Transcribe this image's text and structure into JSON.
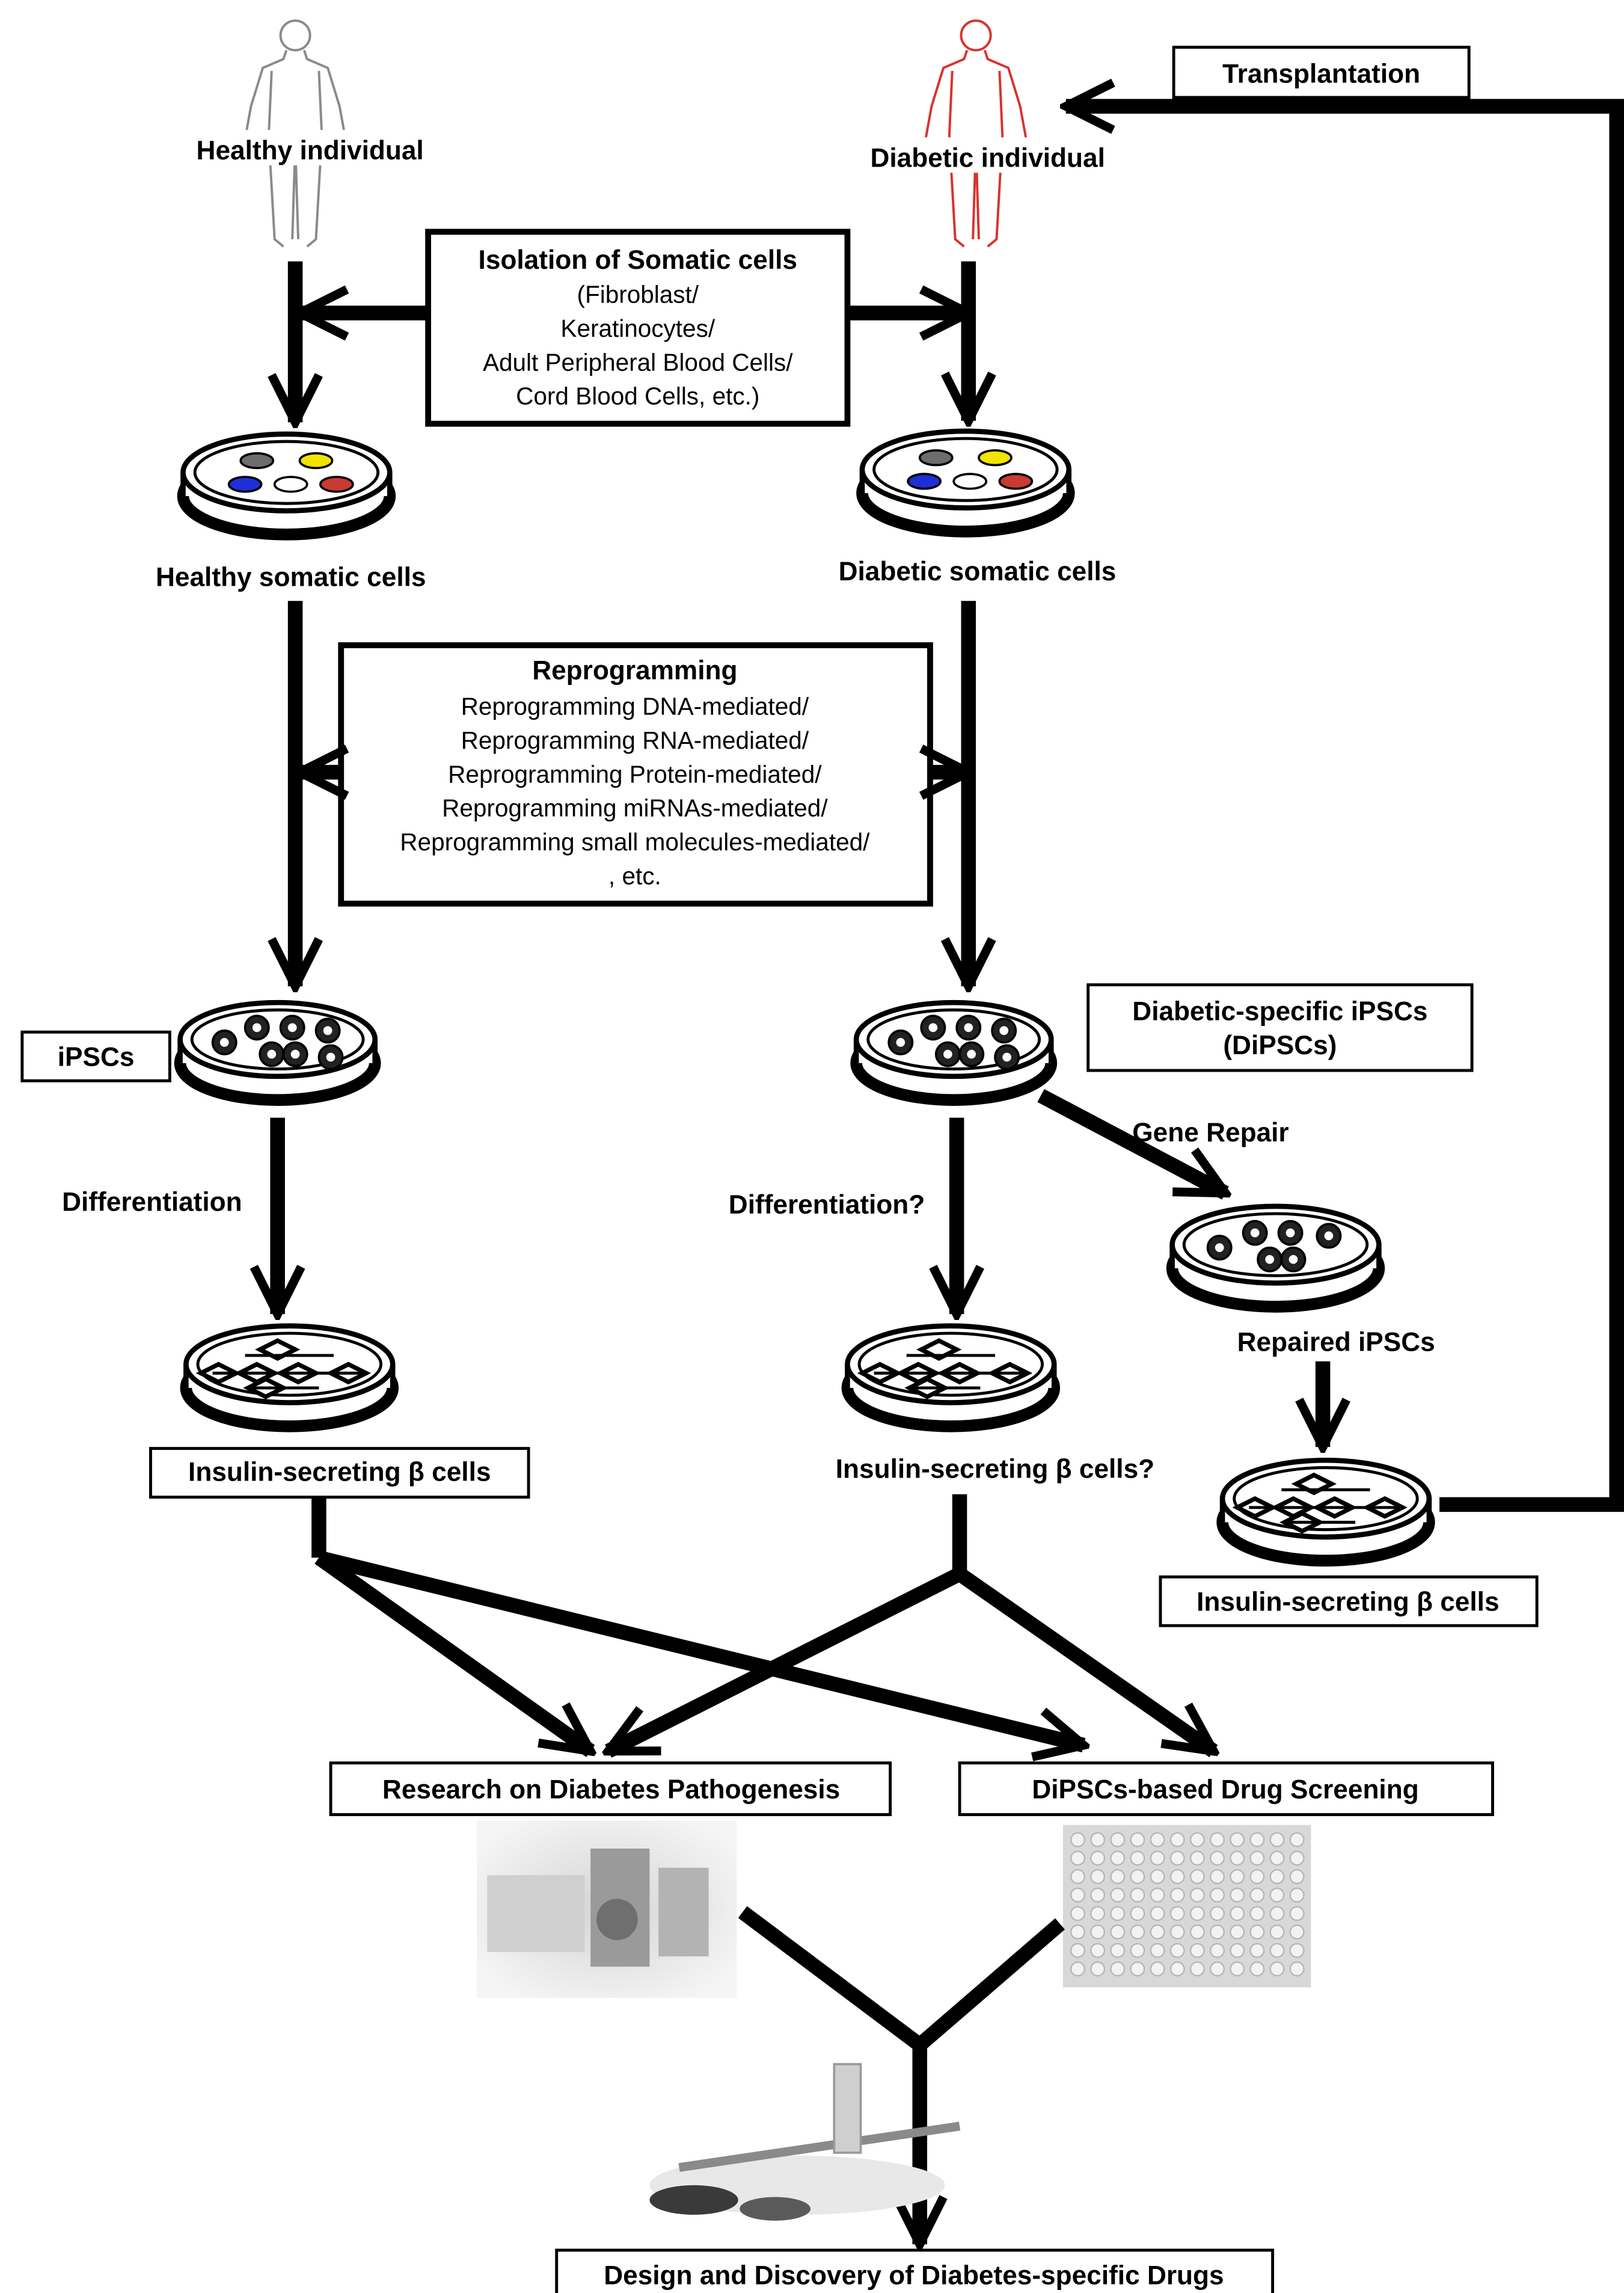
{
  "people": {
    "healthy": "Healthy individual",
    "diabetic": "Diabetic individual"
  },
  "boxes": {
    "transplantation": "Transplantation",
    "isolation": {
      "title": "Isolation of Somatic cells",
      "lines": [
        "(Fibroblast/",
        "Keratinocytes/",
        "Adult Peripheral Blood Cells/",
        "Cord Blood Cells, etc.)"
      ]
    },
    "reprogramming": {
      "title": "Reprogramming",
      "lines": [
        "Reprogramming DNA-mediated/",
        "Reprogramming RNA-mediated/",
        "Reprogramming Protein-mediated/",
        "Reprogramming miRNAs-mediated/",
        "Reprogramming small molecules-mediated/",
        ", etc."
      ]
    },
    "ipscs": "iPSCs",
    "dipscs": {
      "line1": "Diabetic-specific iPSCs",
      "line2": "(DiPSCs)"
    },
    "insulin_left": "Insulin-secreting β cells",
    "insulin_right": "Insulin-secreting β cells",
    "research": "Research on Diabetes Pathogenesis",
    "screening": "DiPSCs-based Drug Screening",
    "design": "Design and Discovery of Diabetes-specific Drugs"
  },
  "labels": {
    "healthy_somatic": "Healthy somatic cells",
    "diabetic_somatic": "Diabetic somatic cells",
    "differentiation_left": "Differentiation",
    "differentiation_right": "Differentiation?",
    "insulin_middle": "Insulin-secreting β cells?",
    "gene_repair": "Gene Repair",
    "repaired_ipscs": "Repaired iPSCs"
  },
  "colors": {
    "healthy_figure": "#8a8a8a",
    "diabetic_figure": "#d9322c",
    "cell_yellow": "#f2e400",
    "cell_blue": "#1f2fd6",
    "cell_red": "#c93a33",
    "cell_gray": "#6d6d6d"
  }
}
